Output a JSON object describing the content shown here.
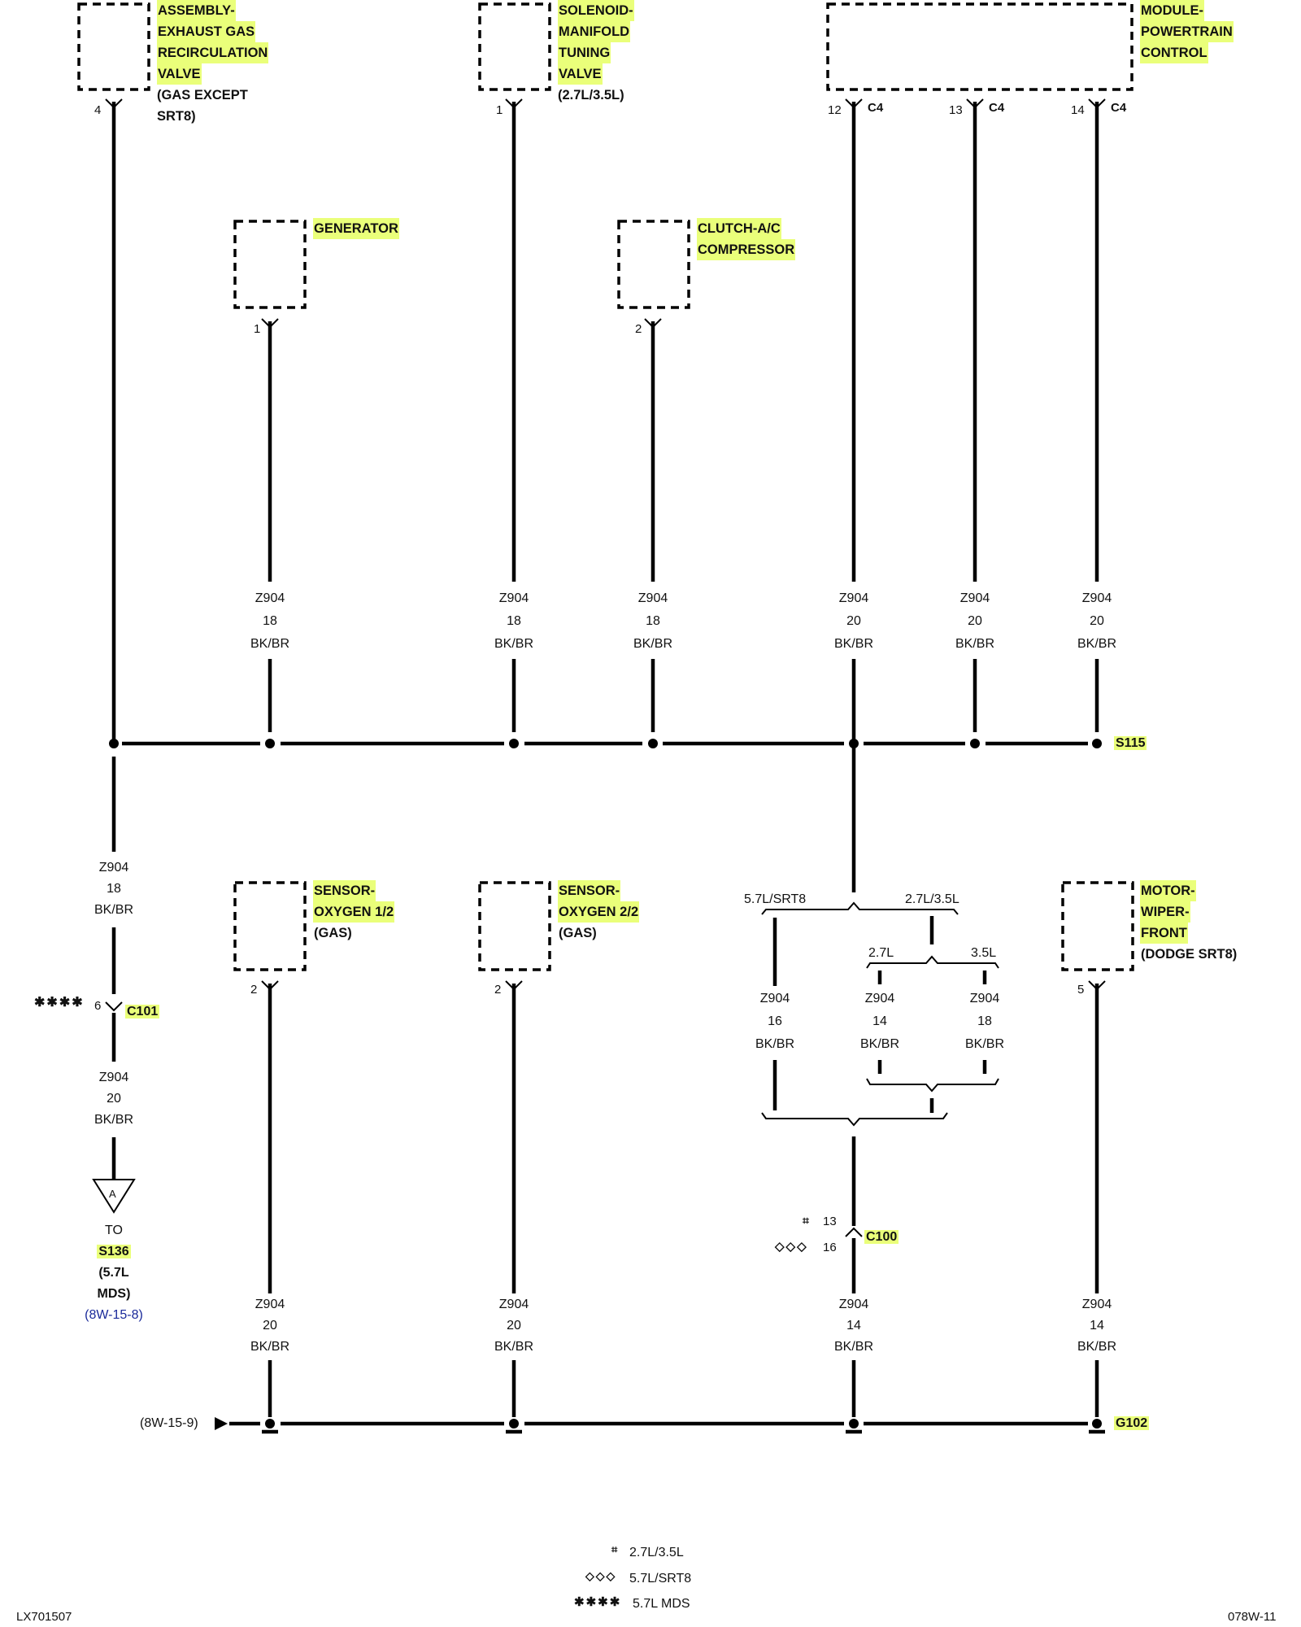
{
  "components": {
    "egr": {
      "l1": "ASSEMBLY-",
      "l2": "EXHAUST GAS",
      "l3": "RECIRCULATION",
      "l4": "VALVE",
      "n1": "(GAS EXCEPT",
      "n2": "SRT8)",
      "pin": "4"
    },
    "smt": {
      "l1": "SOLENOID-",
      "l2": "MANIFOLD",
      "l3": "TUNING",
      "l4": "VALVE",
      "n1": "(2.7L/3.5L)",
      "pin": "1"
    },
    "pcm": {
      "l1": "MODULE-",
      "l2": "POWERTRAIN",
      "l3": "CONTROL",
      "pin12": "12",
      "pin13": "13",
      "pin14": "14",
      "conn": "C4"
    },
    "gen": {
      "l1": "GENERATOR",
      "pin": "1"
    },
    "ac": {
      "l1": "CLUTCH-A/C",
      "l2": "COMPRESSOR",
      "pin": "2"
    },
    "o2a": {
      "l1": "SENSOR-",
      "l2": "OXYGEN 1/2",
      "n1": "(GAS)",
      "pin": "2"
    },
    "o2b": {
      "l1": "SENSOR-",
      "l2": "OXYGEN 2/2",
      "n1": "(GAS)",
      "pin": "2"
    },
    "wiper": {
      "l1": "MOTOR-",
      "l2": "WIPER-",
      "l3": "FRONT",
      "n1": "(DODGE SRT8)",
      "pin": "5"
    }
  },
  "wires": {
    "w1": {
      "c": "Z904",
      "g": "18",
      "col": "BK/BR"
    },
    "w2": {
      "c": "Z904",
      "g": "18",
      "col": "BK/BR"
    },
    "w3": {
      "c": "Z904",
      "g": "18",
      "col": "BK/BR"
    },
    "w4": {
      "c": "Z904",
      "g": "20",
      "col": "BK/BR"
    },
    "w5": {
      "c": "Z904",
      "g": "20",
      "col": "BK/BR"
    },
    "w6": {
      "c": "Z904",
      "g": "20",
      "col": "BK/BR"
    },
    "w7": {
      "c": "Z904",
      "g": "18",
      "col": "BK/BR"
    },
    "w8": {
      "c": "Z904",
      "g": "20",
      "col": "BK/BR"
    },
    "w9": {
      "c": "Z904",
      "g": "16",
      "col": "BK/BR"
    },
    "w10": {
      "c": "Z904",
      "g": "14",
      "col": "BK/BR"
    },
    "w11": {
      "c": "Z904",
      "g": "18",
      "col": "BK/BR"
    },
    "w12": {
      "c": "Z904",
      "g": "20",
      "col": "BK/BR"
    },
    "w13": {
      "c": "Z904",
      "g": "20",
      "col": "BK/BR"
    },
    "w14": {
      "c": "Z904",
      "g": "14",
      "col": "BK/BR"
    },
    "w15": {
      "c": "Z904",
      "g": "14",
      "col": "BK/BR"
    }
  },
  "splice": "S115",
  "ground": "G102",
  "ground_ref": "(8W-15-9)",
  "c101": {
    "name": "C101",
    "pin": "6",
    "sym": "✱✱✱✱"
  },
  "c100": {
    "name": "C100",
    "pin13": "13",
    "pin16": "16",
    "sym13": "⌗",
    "sym16": "◇◇◇"
  },
  "branch": {
    "b1": "5.7L/SRT8",
    "b2": "2.7L/3.5L",
    "b3": "2.7L",
    "b4": "3.5L"
  },
  "offpage": {
    "letter": "A",
    "to": "TO",
    "dest": "S136",
    "note": "(5.7L MDS)",
    "ref": "(8W-15-8)"
  },
  "legend": [
    {
      "sym": "⌗",
      "text": "2.7L/3.5L"
    },
    {
      "sym": "◇◇◇",
      "text": "5.7L/SRT8"
    },
    {
      "sym": "✱✱✱✱",
      "text": "5.7L MDS"
    }
  ],
  "footer": {
    "left": "LX701507",
    "right": "078W-11"
  },
  "colors": {
    "highlight": "#eaff7a",
    "link": "#1a2a9a"
  }
}
